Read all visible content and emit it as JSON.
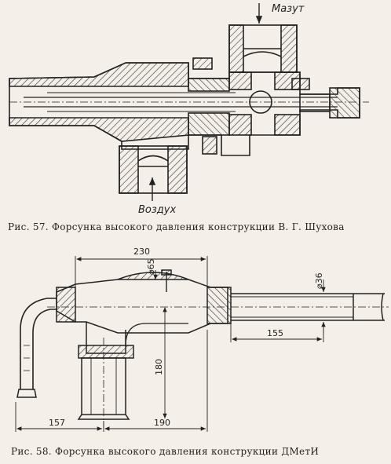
{
  "figure57": {
    "caption": "Рис. 57. Форсунка высокого давления конструкции В. Г. Шухова",
    "labels": {
      "fuel": "Мазут",
      "air": "Воздух"
    }
  },
  "figure58": {
    "caption": "Рис. 58. Форсунка высокого давления конструкции ДМетИ",
    "dimensions": {
      "overall_length": "230",
      "body_diameter": "⌀65",
      "pipe_diameter": "⌀36",
      "pipe_offset": "155",
      "height": "180",
      "left_span": "157",
      "right_span": "190"
    }
  },
  "colors": {
    "ink": "#222222",
    "paper": "#f4f0e9"
  }
}
